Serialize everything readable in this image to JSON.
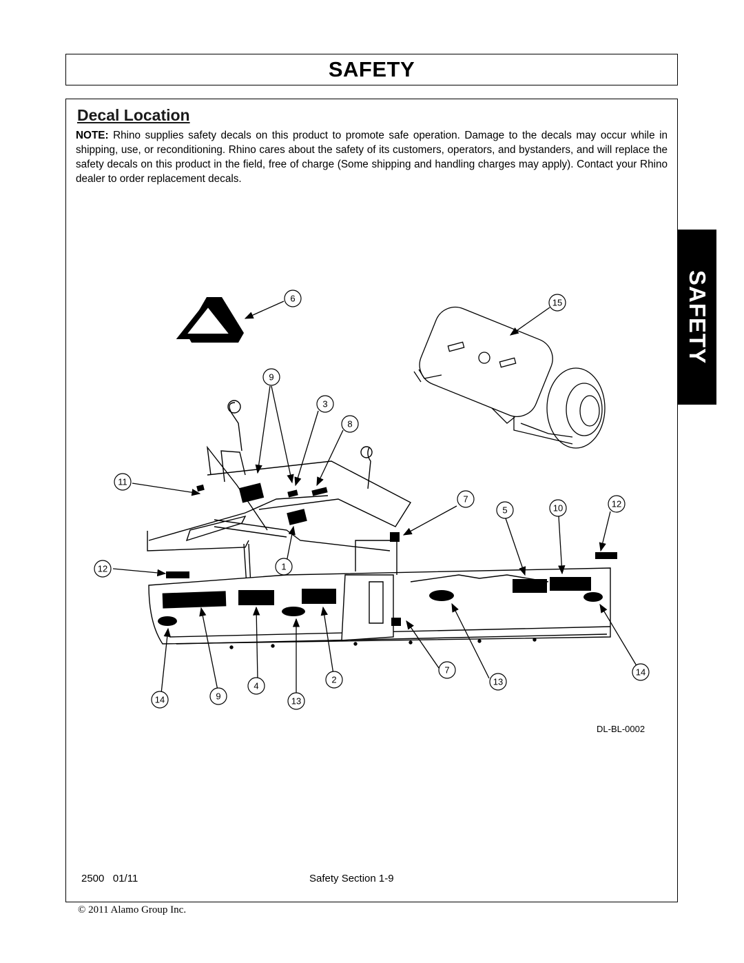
{
  "header": {
    "title": "SAFETY"
  },
  "section": {
    "heading": "Decal Location",
    "note_label": "NOTE:",
    "note_text": "Rhino supplies safety decals on this product to promote safe operation. Damage to the decals may occur while in shipping, use, or reconditioning. Rhino cares about the safety of its customers, operators, and bystanders, and will replace the safety decals on this product in the field, free of charge (Some shipping and handling charges may apply). Contact your Rhino dealer to order replacement decals."
  },
  "diagram": {
    "callouts": [
      "6",
      "15",
      "9",
      "3",
      "8",
      "11",
      "7",
      "5",
      "10",
      "12",
      "12",
      "1",
      "7",
      "13",
      "14",
      "2",
      "4",
      "9",
      "14",
      "13"
    ],
    "drawing_code": "DL-BL-0002"
  },
  "footer": {
    "model": "2500   01/11",
    "section": "Safety Section 1-9",
    "copyright": "© 2011 Alamo Group Inc."
  },
  "side_tab": {
    "label": "SAFETY"
  }
}
